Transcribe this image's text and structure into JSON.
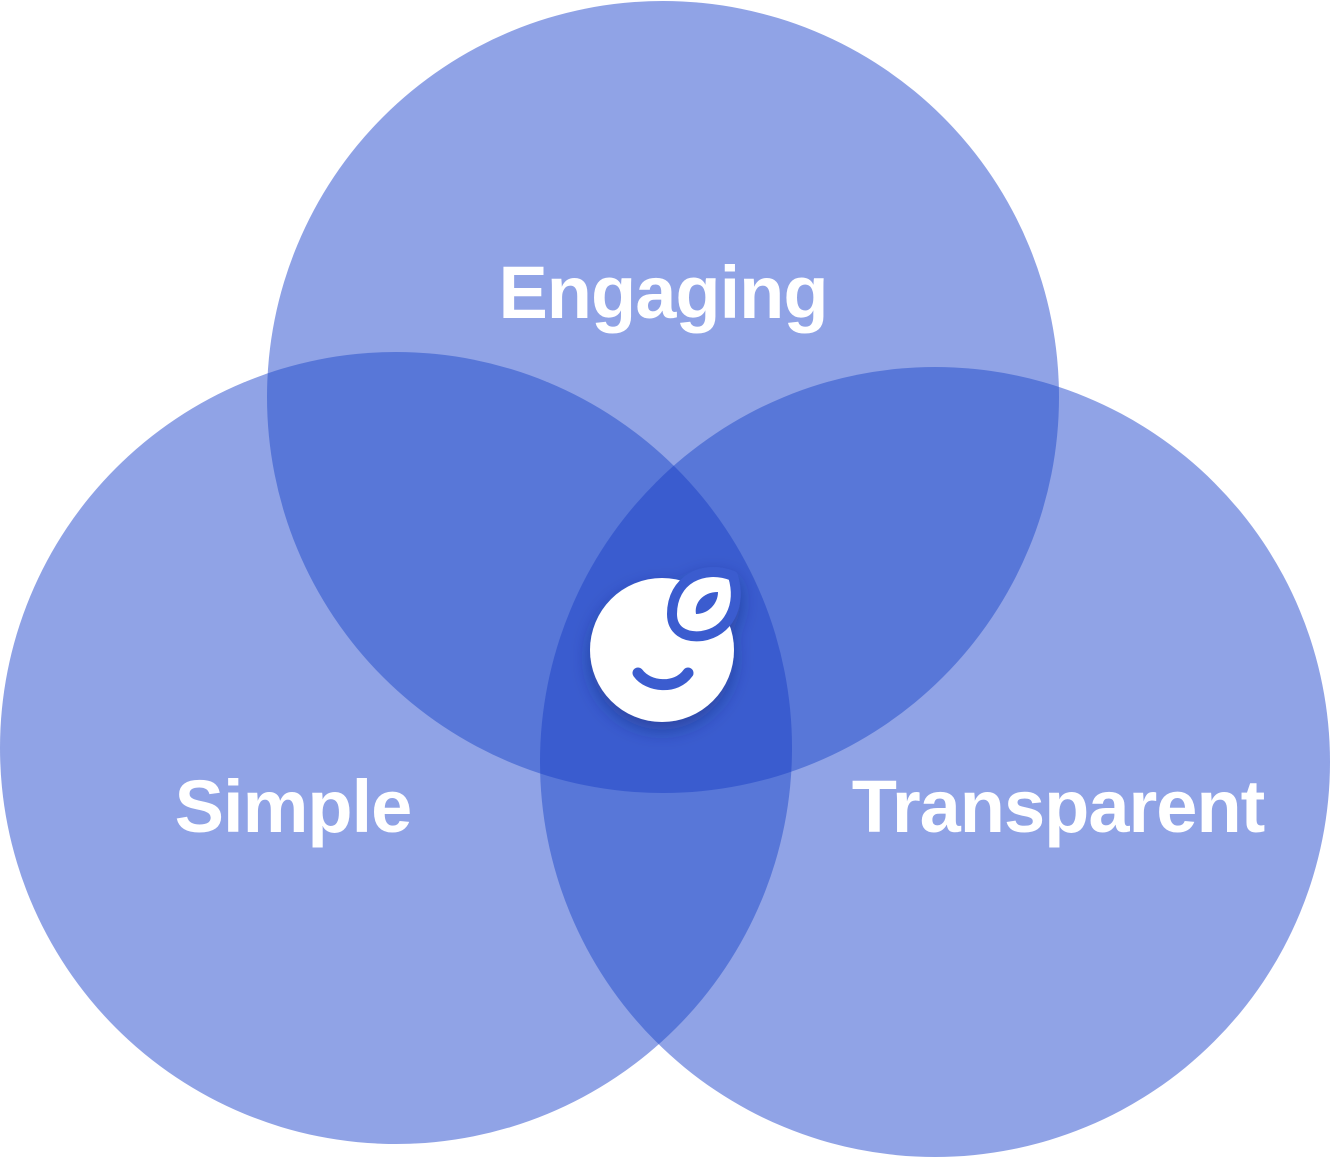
{
  "diagram": {
    "type": "venn",
    "circles": [
      {
        "id": "top",
        "label": "Engaging"
      },
      {
        "id": "left",
        "label": "Simple"
      },
      {
        "id": "right",
        "label": "Transparent"
      }
    ],
    "center_icon": "smiling-leaf-logo-icon"
  },
  "colors": {
    "circle_fill": "#90a3e6",
    "pair_overlap_fill": "#5877d8",
    "triple_overlap_fill": "#3a5ccf",
    "label_color": "#ffffff",
    "logo_background": "#ffffff",
    "logo_mark": "#3a5ccf"
  }
}
